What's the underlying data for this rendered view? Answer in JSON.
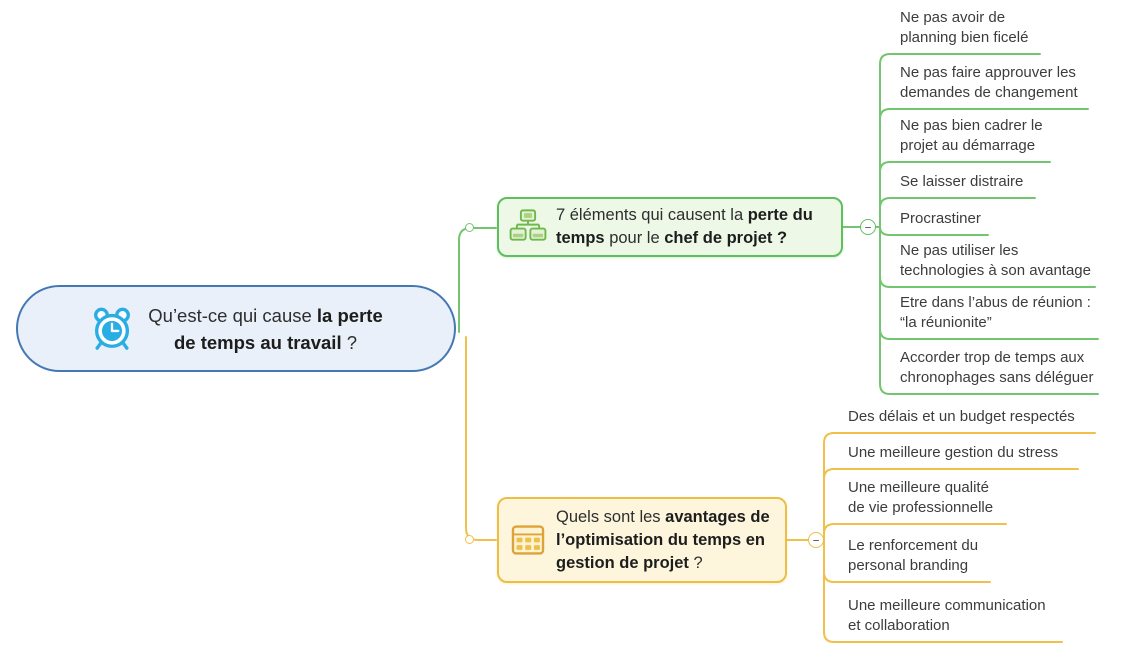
{
  "diagram": {
    "type": "mindmap",
    "background": "#ffffff"
  },
  "root": {
    "icon": "alarm-clock-icon",
    "icon_color": "#29ade4",
    "border_color": "#4478b4",
    "fill_color": "#e9f0f9",
    "parts": [
      {
        "text": "Qu’est-ce qui cause ",
        "bold": false,
        "line": 1
      },
      {
        "text": "la perte",
        "bold": true,
        "line": 1
      },
      {
        "text": "de temps au travail",
        "bold": true,
        "line": 2
      },
      {
        "text": " ?",
        "bold": false,
        "line": 2
      }
    ]
  },
  "ui": {
    "collapse_glyph": "−"
  },
  "branches": [
    {
      "id": "causes",
      "icon": "sitemap-icon",
      "border_color": "#5fbf5f",
      "fill_color": "#edf8e7",
      "line_color": "#74c56f",
      "parts": [
        {
          "text": "7 éléments qui causent la ",
          "bold": false,
          "line": 1
        },
        {
          "text": "perte du",
          "bold": true,
          "line": 1
        },
        {
          "text": "temps",
          "bold": true,
          "line": 2
        },
        {
          "text": " pour le ",
          "bold": false,
          "line": 2
        },
        {
          "text": "chef de projet ?",
          "bold": true,
          "line": 2
        }
      ],
      "leaves": [
        {
          "text": "Ne pas avoir de\nplanning bien ficelé"
        },
        {
          "text": "Ne pas faire approuver les\ndemandes de changement"
        },
        {
          "text": "Ne pas bien cadrer le\nprojet au démarrage"
        },
        {
          "text": "Se laisser distraire"
        },
        {
          "text": "Procrastiner"
        },
        {
          "text": "Ne pas utiliser les\ntechnologies à son avantage"
        },
        {
          "text": "Etre dans l’abus de réunion :\n“la réunionite”"
        },
        {
          "text": "Accorder trop de temps aux\nchronophages sans déléguer"
        }
      ]
    },
    {
      "id": "benefits",
      "icon": "table-icon",
      "border_color": "#eebd45",
      "fill_color": "#fdf6dc",
      "line_color": "#f0c04a",
      "parts": [
        {
          "text": "Quels sont les ",
          "bold": false,
          "line": 1
        },
        {
          "text": "avantages de",
          "bold": true,
          "line": 1
        },
        {
          "text": "l’optimisation du temps en",
          "bold": true,
          "line": 2
        },
        {
          "text": "gestion de projet",
          "bold": true,
          "line": 3
        },
        {
          "text": " ?",
          "bold": false,
          "line": 3
        }
      ],
      "leaves": [
        {
          "text": "Des délais et un budget respectés"
        },
        {
          "text": "Une meilleure gestion du stress"
        },
        {
          "text": "Une meilleure qualité\nde vie professionnelle"
        },
        {
          "text": "Le renforcement du\npersonal branding"
        },
        {
          "text": "Une meilleure communication\net collaboration"
        }
      ]
    }
  ]
}
